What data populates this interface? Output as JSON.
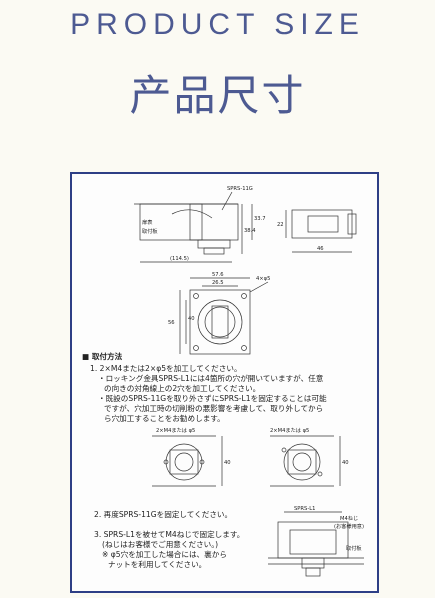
{
  "heading": {
    "english": "PRODUCT SIZE",
    "chinese": "产品尺寸"
  },
  "drawing_top": {
    "part_label": "SPRS-11G",
    "side_labels": [
      "扉表",
      "取付板"
    ],
    "dim_38_4": "38.4",
    "dim_33_7": "33.7",
    "dim_114_5": "(114.5)",
    "dim_22": "22",
    "dim_46": "46"
  },
  "drawing_front": {
    "dim_57_6": "57.6",
    "dim_26_5": "26.5",
    "holes": "4×φ5",
    "dim_56": "56",
    "dim_40": "40"
  },
  "instructions": {
    "title": "■ 取付方法",
    "step1": "1. 2×M4または2×φ5を加工してください。",
    "step1_a": "・ロッキング金具SPRS-L1には4箇所の穴が開いていますが、任意",
    "step1_b": "の向きの対角線上の2穴を加工してください。",
    "step1_c": "・既設のSPRS-11Gを取り外さずにSPRS-L1を固定することは可能",
    "step1_d": "ですが、穴加工時の切削粉の悪影響を考慮して、取り外してから",
    "step1_e": "ら穴加工することをお勧めします。",
    "fig_left_label": "2×M4または φ5",
    "fig_right_label": "2×M4または φ5",
    "fig_dim_40": "40",
    "step2": "2. 再度SPRS-11Gを固定してください。",
    "step3": "3. SPRS-L1を被せてM4ねじで固定します。",
    "step3_a": "(ねじはお客様でご用意ください。)",
    "step3_b": "※ φ5穴を加工した場合には、裏から",
    "step3_c": "ナットを利用してください。",
    "fig3_label_top": "SPRS-L1",
    "fig3_label_m4": "M4ねじ",
    "fig3_label_user": "(お客様用意)",
    "fig3_label_panel": "取付板"
  }
}
